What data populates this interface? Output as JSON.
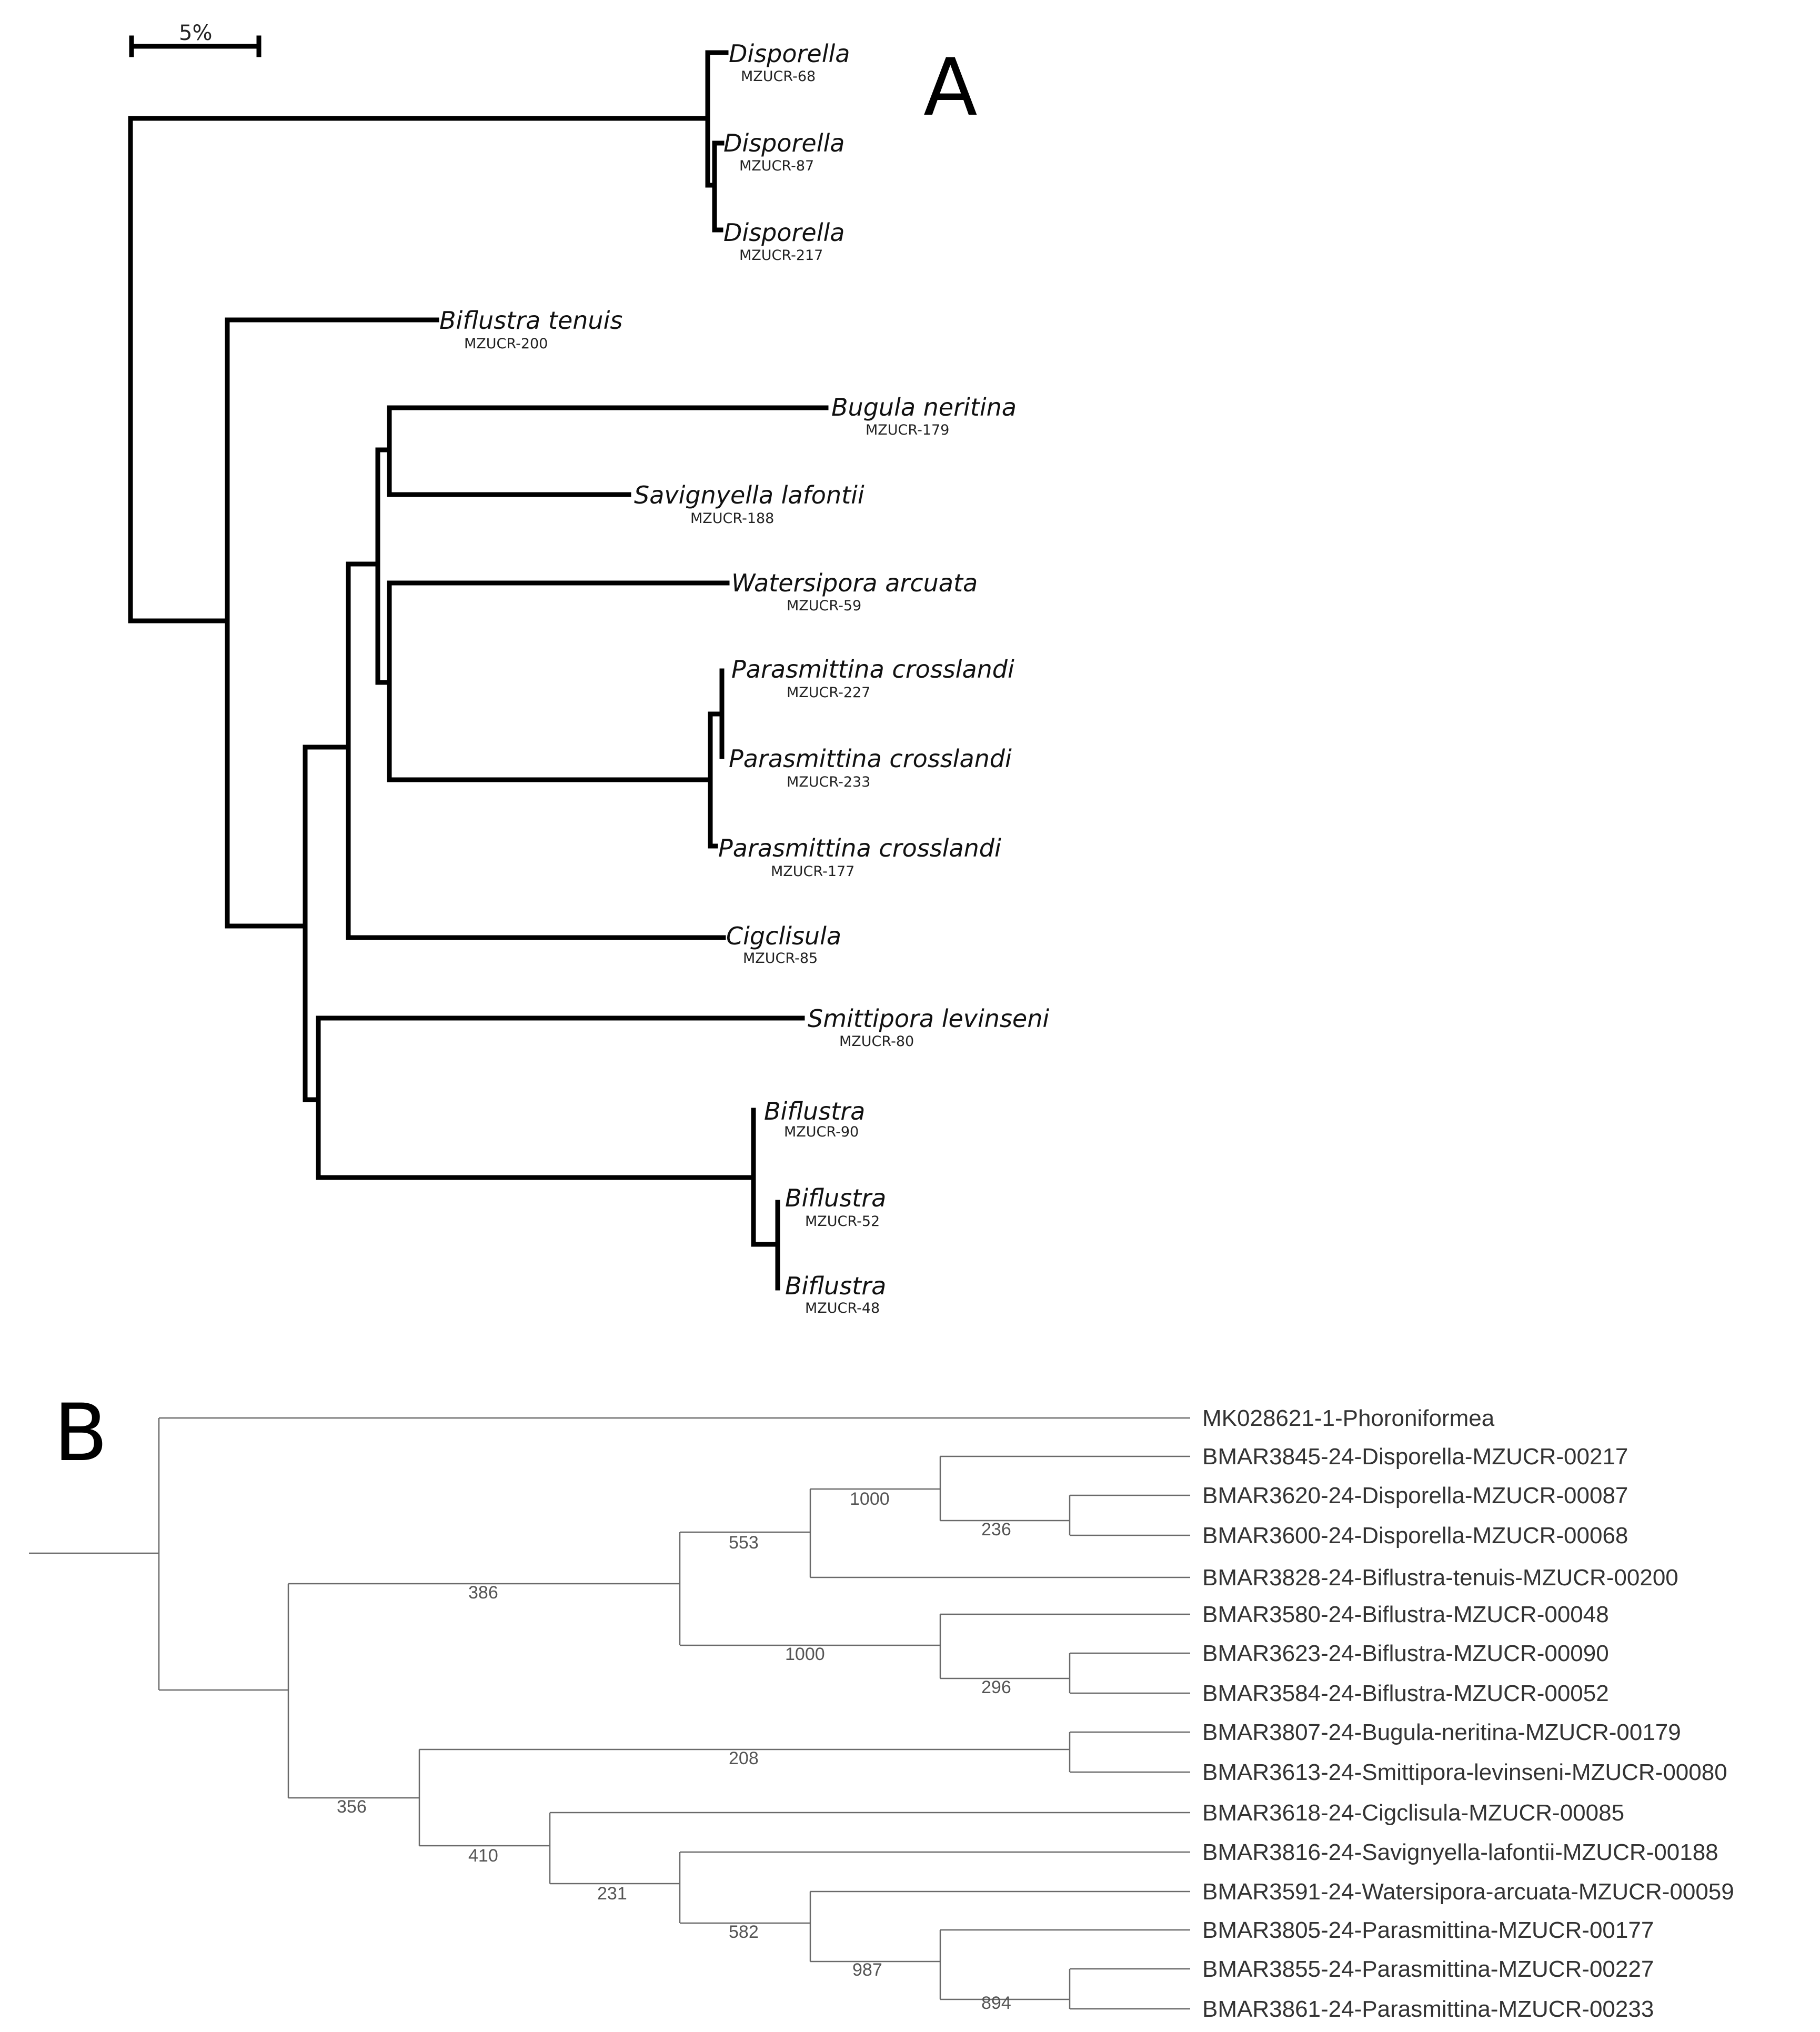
{
  "panels": {
    "a_label": "A",
    "b_label": "B"
  },
  "scale_bar": {
    "label": "5%"
  },
  "tree_a": {
    "leaves": [
      {
        "name": "Disporella",
        "voucher": "MZUCR-68"
      },
      {
        "name": "Disporella",
        "voucher": "MZUCR-87"
      },
      {
        "name": "Disporella",
        "voucher": "MZUCR-217"
      },
      {
        "name": "Biflustra tenuis",
        "voucher": "MZUCR-200"
      },
      {
        "name": "Bugula neritina",
        "voucher": "MZUCR-179"
      },
      {
        "name": "Savignyella lafontii",
        "voucher": "MZUCR-188"
      },
      {
        "name": "Watersipora arcuata",
        "voucher": "MZUCR-59"
      },
      {
        "name": "Parasmittina crosslandi",
        "voucher": "MZUCR-227"
      },
      {
        "name": "Parasmittina crosslandi",
        "voucher": "MZUCR-233"
      },
      {
        "name": "Parasmittina crosslandi",
        "voucher": "MZUCR-177"
      },
      {
        "name": "Cigclisula",
        "voucher": "MZUCR-85"
      },
      {
        "name": "Smittipora levinseni",
        "voucher": "MZUCR-80"
      },
      {
        "name": "Biflustra",
        "voucher": "MZUCR-90"
      },
      {
        "name": "Biflustra",
        "voucher": "MZUCR-52"
      },
      {
        "name": "Biflustra",
        "voucher": "MZUCR-48"
      }
    ]
  },
  "tree_b": {
    "leaves": [
      "MK028621-1-Phoroniformea",
      "BMAR3845-24-Disporella-MZUCR-00217",
      "BMAR3620-24-Disporella-MZUCR-00087",
      "BMAR3600-24-Disporella-MZUCR-00068",
      "BMAR3828-24-Biflustra-tenuis-MZUCR-00200",
      "BMAR3580-24-Biflustra-MZUCR-00048",
      "BMAR3623-24-Biflustra-MZUCR-00090",
      "BMAR3584-24-Biflustra-MZUCR-00052",
      "BMAR3807-24-Bugula-neritina-MZUCR-00179",
      "BMAR3613-24-Smittipora-levinseni-MZUCR-00080",
      "BMAR3618-24-Cigclisula-MZUCR-00085",
      "BMAR3816-24-Savignyella-lafontii-MZUCR-00188",
      "BMAR3591-24-Watersipora-arcuata-MZUCR-00059",
      "BMAR3805-24-Parasmittina-MZUCR-00177",
      "BMAR3855-24-Parasmittina-MZUCR-00227",
      "BMAR3861-24-Parasmittina-MZUCR-00233"
    ],
    "support_values": {
      "disporella_clade": "1000",
      "disporella_87_68": "236",
      "disporella_biflustra_tenuis": "553",
      "upper_clade": "386",
      "biflustra_clade": "1000",
      "biflustra_90_52": "296",
      "bugula_smittipora": "208",
      "lower_clade": "356",
      "cigclisula_group": "410",
      "savignyella_group": "231",
      "watersipora_group": "582",
      "parasmittina_clade": "987",
      "parasmittina_227_233": "894"
    }
  }
}
